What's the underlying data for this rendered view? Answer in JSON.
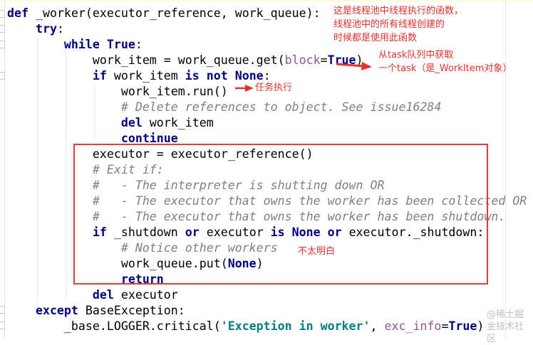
{
  "code_lines": [
    [
      {
        "t": "def",
        "c": "kw"
      },
      {
        "t": " _worker(executor_reference, work_queue):",
        "c": ""
      }
    ],
    [
      {
        "t": "    try",
        "c": "kw"
      },
      {
        "t": ":",
        "c": ""
      }
    ],
    [
      {
        "t": "        while True",
        "c": "kw"
      },
      {
        "t": ":",
        "c": ""
      }
    ],
    [
      {
        "t": "            work_item = work_queue.get(",
        "c": ""
      },
      {
        "t": "block",
        "c": "pm"
      },
      {
        "t": "=",
        "c": ""
      },
      {
        "t": "True",
        "c": "kw"
      },
      {
        "t": ")",
        "c": ""
      }
    ],
    [
      {
        "t": "            if",
        "c": "kw"
      },
      {
        "t": " work_item ",
        "c": ""
      },
      {
        "t": "is not None",
        "c": "kw"
      },
      {
        "t": ":",
        "c": ""
      }
    ],
    [
      {
        "t": "                work_item.run()",
        "c": ""
      }
    ],
    [
      {
        "t": "                # Delete references to object. See issue16284",
        "c": "cm"
      }
    ],
    [
      {
        "t": "                del",
        "c": "kw"
      },
      {
        "t": " work_item",
        "c": ""
      }
    ],
    [
      {
        "t": "                continue",
        "c": "kw"
      }
    ],
    [
      {
        "t": "            executor = executor_reference()",
        "c": ""
      }
    ],
    [
      {
        "t": "            # Exit if:",
        "c": "cm"
      }
    ],
    [
      {
        "t": "            #   - The interpreter is shutting down OR",
        "c": "cm"
      }
    ],
    [
      {
        "t": "            #   - The executor that owns the worker has been collected OR",
        "c": "cm"
      }
    ],
    [
      {
        "t": "            #   - The executor that owns the worker has been shutdown.",
        "c": "cm"
      }
    ],
    [
      {
        "t": "            if",
        "c": "kw"
      },
      {
        "t": " _shutdown ",
        "c": ""
      },
      {
        "t": "or",
        "c": "kw"
      },
      {
        "t": " executor ",
        "c": ""
      },
      {
        "t": "is None or",
        "c": "kw"
      },
      {
        "t": " executor._shutdown:",
        "c": ""
      }
    ],
    [
      {
        "t": "                # Notice other workers",
        "c": "cm"
      }
    ],
    [
      {
        "t": "                work_queue.put(",
        "c": ""
      },
      {
        "t": "None",
        "c": "kw"
      },
      {
        "t": ")",
        "c": ""
      }
    ],
    [
      {
        "t": "                return",
        "c": "kw"
      }
    ],
    [
      {
        "t": "            del",
        "c": "kw"
      },
      {
        "t": " executor",
        "c": ""
      }
    ],
    [
      {
        "t": "    except",
        "c": "kw"
      },
      {
        "t": " BaseException:",
        "c": ""
      }
    ],
    [
      {
        "t": "        _base.LOGGER.critical(",
        "c": ""
      },
      {
        "t": "'Exception in worker'",
        "c": "st"
      },
      {
        "t": ", ",
        "c": ""
      },
      {
        "t": "exc_info",
        "c": "pm"
      },
      {
        "t": "=",
        "c": ""
      },
      {
        "t": "True",
        "c": "kw"
      },
      {
        "t": ")",
        "c": ""
      }
    ]
  ],
  "annotations": {
    "function_note": "这是线程池中线程执行的函数，\n线程池中的所有线程创建的\n时候都是使用此函数",
    "get_task_note": "从task队列中获取\n一个task（是_WorkItem对象）",
    "run_note": "任务执行",
    "unclear_note": "不太明白"
  },
  "watermark": "@稀土掘金技术社区",
  "colors": {
    "annotation": "#e8312a",
    "keyword": "#000080",
    "comment": "#808080",
    "string": "#008080",
    "param": "#94558d"
  }
}
